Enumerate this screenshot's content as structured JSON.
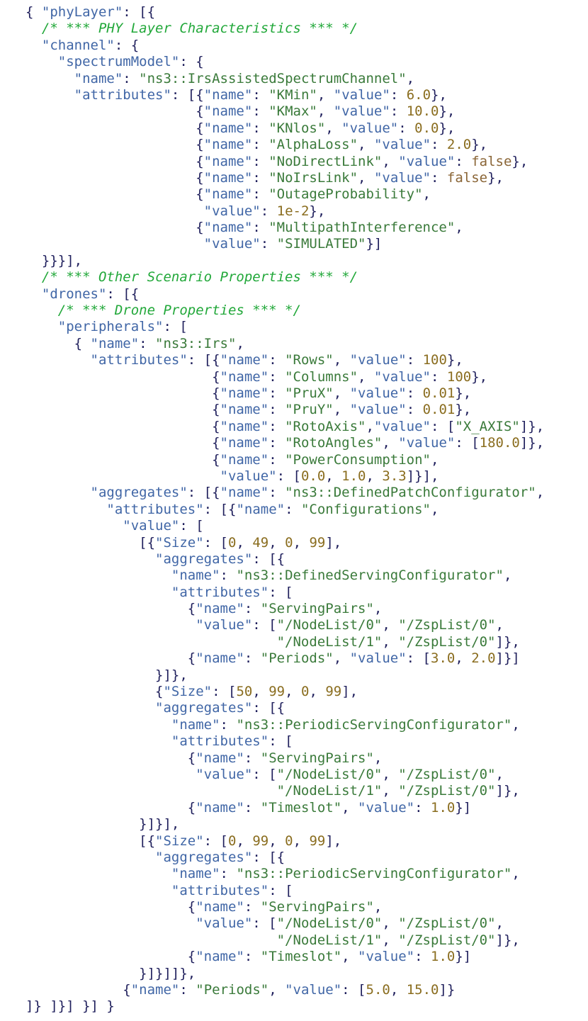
{
  "code_lines": [
    [
      [
        "p",
        "{ "
      ],
      [
        "k",
        "\"phyLayer\""
      ],
      [
        "p",
        ": [{"
      ]
    ],
    [
      [
        "p",
        "  "
      ],
      [
        "c",
        "/* *** PHY Layer Characteristics *** */"
      ]
    ],
    [
      [
        "p",
        "  "
      ],
      [
        "k",
        "\"channel\""
      ],
      [
        "p",
        ": {"
      ]
    ],
    [
      [
        "p",
        "    "
      ],
      [
        "k",
        "\"spectrumModel\""
      ],
      [
        "p",
        ": {"
      ]
    ],
    [
      [
        "p",
        "      "
      ],
      [
        "k",
        "\"name\""
      ],
      [
        "p",
        ": "
      ],
      [
        "s",
        "\"ns3::IrsAssistedSpectrumChannel\""
      ],
      [
        "p",
        ","
      ]
    ],
    [
      [
        "p",
        "      "
      ],
      [
        "k",
        "\"attributes\""
      ],
      [
        "p",
        ": [{"
      ],
      [
        "k",
        "\"name\""
      ],
      [
        "p",
        ": "
      ],
      [
        "s",
        "\"KMin\""
      ],
      [
        "p",
        ", "
      ],
      [
        "k",
        "\"value\""
      ],
      [
        "p",
        ": "
      ],
      [
        "n",
        "6.0"
      ],
      [
        "p",
        "},"
      ]
    ],
    [
      [
        "p",
        "                     {"
      ],
      [
        "k",
        "\"name\""
      ],
      [
        "p",
        ": "
      ],
      [
        "s",
        "\"KMax\""
      ],
      [
        "p",
        ", "
      ],
      [
        "k",
        "\"value\""
      ],
      [
        "p",
        ": "
      ],
      [
        "n",
        "10.0"
      ],
      [
        "p",
        "},"
      ]
    ],
    [
      [
        "p",
        "                     {"
      ],
      [
        "k",
        "\"name\""
      ],
      [
        "p",
        ": "
      ],
      [
        "s",
        "\"KNlos\""
      ],
      [
        "p",
        ", "
      ],
      [
        "k",
        "\"value\""
      ],
      [
        "p",
        ": "
      ],
      [
        "n",
        "0.0"
      ],
      [
        "p",
        "},"
      ]
    ],
    [
      [
        "p",
        "                     {"
      ],
      [
        "k",
        "\"name\""
      ],
      [
        "p",
        ": "
      ],
      [
        "s",
        "\"AlphaLoss\""
      ],
      [
        "p",
        ", "
      ],
      [
        "k",
        "\"value\""
      ],
      [
        "p",
        ": "
      ],
      [
        "n",
        "2.0"
      ],
      [
        "p",
        "},"
      ]
    ],
    [
      [
        "p",
        "                     {"
      ],
      [
        "k",
        "\"name\""
      ],
      [
        "p",
        ": "
      ],
      [
        "s",
        "\"NoDirectLink\""
      ],
      [
        "p",
        ", "
      ],
      [
        "k",
        "\"value\""
      ],
      [
        "p",
        ": "
      ],
      [
        "b",
        "false"
      ],
      [
        "p",
        "},"
      ]
    ],
    [
      [
        "p",
        "                     {"
      ],
      [
        "k",
        "\"name\""
      ],
      [
        "p",
        ": "
      ],
      [
        "s",
        "\"NoIrsLink\""
      ],
      [
        "p",
        ", "
      ],
      [
        "k",
        "\"value\""
      ],
      [
        "p",
        ": "
      ],
      [
        "b",
        "false"
      ],
      [
        "p",
        "},"
      ]
    ],
    [
      [
        "p",
        "                     {"
      ],
      [
        "k",
        "\"name\""
      ],
      [
        "p",
        ": "
      ],
      [
        "s",
        "\"OutageProbability\""
      ],
      [
        "p",
        ","
      ]
    ],
    [
      [
        "p",
        "                      "
      ],
      [
        "k",
        "\"value\""
      ],
      [
        "p",
        ": "
      ],
      [
        "n",
        "1e-2"
      ],
      [
        "p",
        "},"
      ]
    ],
    [
      [
        "p",
        "                     {"
      ],
      [
        "k",
        "\"name\""
      ],
      [
        "p",
        ": "
      ],
      [
        "s",
        "\"MultipathInterference\""
      ],
      [
        "p",
        ","
      ]
    ],
    [
      [
        "p",
        "                      "
      ],
      [
        "k",
        "\"value\""
      ],
      [
        "p",
        ": "
      ],
      [
        "s",
        "\"SIMULATED\""
      ],
      [
        "p",
        "}]"
      ]
    ],
    [
      [
        "p",
        "  }}}],"
      ]
    ],
    [
      [
        "p",
        "  "
      ],
      [
        "c",
        "/* *** Other Scenario Properties *** */"
      ]
    ],
    [
      [
        "p",
        "  "
      ],
      [
        "k",
        "\"drones\""
      ],
      [
        "p",
        ": [{"
      ]
    ],
    [
      [
        "p",
        "    "
      ],
      [
        "c",
        "/* *** Drone Properties *** */"
      ]
    ],
    [
      [
        "p",
        "    "
      ],
      [
        "k",
        "\"peripherals\""
      ],
      [
        "p",
        ": ["
      ]
    ],
    [
      [
        "p",
        "      { "
      ],
      [
        "k",
        "\"name\""
      ],
      [
        "p",
        ": "
      ],
      [
        "s",
        "\"ns3::Irs\""
      ],
      [
        "p",
        ","
      ]
    ],
    [
      [
        "p",
        "        "
      ],
      [
        "k",
        "\"attributes\""
      ],
      [
        "p",
        ": [{"
      ],
      [
        "k",
        "\"name\""
      ],
      [
        "p",
        ": "
      ],
      [
        "s",
        "\"Rows\""
      ],
      [
        "p",
        ", "
      ],
      [
        "k",
        "\"value\""
      ],
      [
        "p",
        ": "
      ],
      [
        "n",
        "100"
      ],
      [
        "p",
        "},"
      ]
    ],
    [
      [
        "p",
        "                       {"
      ],
      [
        "k",
        "\"name\""
      ],
      [
        "p",
        ": "
      ],
      [
        "s",
        "\"Columns\""
      ],
      [
        "p",
        ", "
      ],
      [
        "k",
        "\"value\""
      ],
      [
        "p",
        ": "
      ],
      [
        "n",
        "100"
      ],
      [
        "p",
        "},"
      ]
    ],
    [
      [
        "p",
        "                       {"
      ],
      [
        "k",
        "\"name\""
      ],
      [
        "p",
        ": "
      ],
      [
        "s",
        "\"PruX\""
      ],
      [
        "p",
        ", "
      ],
      [
        "k",
        "\"value\""
      ],
      [
        "p",
        ": "
      ],
      [
        "n",
        "0.01"
      ],
      [
        "p",
        "},"
      ]
    ],
    [
      [
        "p",
        "                       {"
      ],
      [
        "k",
        "\"name\""
      ],
      [
        "p",
        ": "
      ],
      [
        "s",
        "\"PruY\""
      ],
      [
        "p",
        ", "
      ],
      [
        "k",
        "\"value\""
      ],
      [
        "p",
        ": "
      ],
      [
        "n",
        "0.01"
      ],
      [
        "p",
        "},"
      ]
    ],
    [
      [
        "p",
        "                       {"
      ],
      [
        "k",
        "\"name\""
      ],
      [
        "p",
        ": "
      ],
      [
        "s",
        "\"RotoAxis\""
      ],
      [
        "p",
        ","
      ],
      [
        "k",
        "\"value\""
      ],
      [
        "p",
        ": ["
      ],
      [
        "s",
        "\"X_AXIS\""
      ],
      [
        "p",
        "]},"
      ]
    ],
    [
      [
        "p",
        "                       {"
      ],
      [
        "k",
        "\"name\""
      ],
      [
        "p",
        ": "
      ],
      [
        "s",
        "\"RotoAngles\""
      ],
      [
        "p",
        ", "
      ],
      [
        "k",
        "\"value\""
      ],
      [
        "p",
        ": ["
      ],
      [
        "n",
        "180.0"
      ],
      [
        "p",
        "]},"
      ]
    ],
    [
      [
        "p",
        "                       {"
      ],
      [
        "k",
        "\"name\""
      ],
      [
        "p",
        ": "
      ],
      [
        "s",
        "\"PowerConsumption\""
      ],
      [
        "p",
        ","
      ]
    ],
    [
      [
        "p",
        "                        "
      ],
      [
        "k",
        "\"value\""
      ],
      [
        "p",
        ": ["
      ],
      [
        "n",
        "0.0"
      ],
      [
        "p",
        ", "
      ],
      [
        "n",
        "1.0"
      ],
      [
        "p",
        ", "
      ],
      [
        "n",
        "3.3"
      ],
      [
        "p",
        "]}],"
      ]
    ],
    [
      [
        "p",
        "        "
      ],
      [
        "k",
        "\"aggregates\""
      ],
      [
        "p",
        ": [{"
      ],
      [
        "k",
        "\"name\""
      ],
      [
        "p",
        ": "
      ],
      [
        "s",
        "\"ns3::DefinedPatchConfigurator\""
      ],
      [
        "p",
        ","
      ]
    ],
    [
      [
        "p",
        "          "
      ],
      [
        "k",
        "\"attributes\""
      ],
      [
        "p",
        ": [{"
      ],
      [
        "k",
        "\"name\""
      ],
      [
        "p",
        ": "
      ],
      [
        "s",
        "\"Configurations\""
      ],
      [
        "p",
        ","
      ]
    ],
    [
      [
        "p",
        "            "
      ],
      [
        "k",
        "\"value\""
      ],
      [
        "p",
        ": ["
      ]
    ],
    [
      [
        "p",
        "              [{"
      ],
      [
        "k",
        "\"Size\""
      ],
      [
        "p",
        ": ["
      ],
      [
        "n",
        "0"
      ],
      [
        "p",
        ", "
      ],
      [
        "n",
        "49"
      ],
      [
        "p",
        ", "
      ],
      [
        "n",
        "0"
      ],
      [
        "p",
        ", "
      ],
      [
        "n",
        "99"
      ],
      [
        "p",
        "],"
      ]
    ],
    [
      [
        "p",
        "                "
      ],
      [
        "k",
        "\"aggregates\""
      ],
      [
        "p",
        ": [{"
      ]
    ],
    [
      [
        "p",
        "                  "
      ],
      [
        "k",
        "\"name\""
      ],
      [
        "p",
        ": "
      ],
      [
        "s",
        "\"ns3::DefinedServingConfigurator\""
      ],
      [
        "p",
        ","
      ]
    ],
    [
      [
        "p",
        "                  "
      ],
      [
        "k",
        "\"attributes\""
      ],
      [
        "p",
        ": ["
      ]
    ],
    [
      [
        "p",
        "                    {"
      ],
      [
        "k",
        "\"name\""
      ],
      [
        "p",
        ": "
      ],
      [
        "s",
        "\"ServingPairs\""
      ],
      [
        "p",
        ","
      ]
    ],
    [
      [
        "p",
        "                     "
      ],
      [
        "k",
        "\"value\""
      ],
      [
        "p",
        ": ["
      ],
      [
        "s",
        "\"/NodeList/0\""
      ],
      [
        "p",
        ", "
      ],
      [
        "s",
        "\"/ZspList/0\""
      ],
      [
        "p",
        ","
      ]
    ],
    [
      [
        "p",
        "                               "
      ],
      [
        "s",
        "\"/NodeList/1\""
      ],
      [
        "p",
        ", "
      ],
      [
        "s",
        "\"/ZspList/0\""
      ],
      [
        "p",
        "]},"
      ]
    ],
    [
      [
        "p",
        "                    {"
      ],
      [
        "k",
        "\"name\""
      ],
      [
        "p",
        ": "
      ],
      [
        "s",
        "\"Periods\""
      ],
      [
        "p",
        ", "
      ],
      [
        "k",
        "\"value\""
      ],
      [
        "p",
        ": ["
      ],
      [
        "n",
        "3.0"
      ],
      [
        "p",
        ", "
      ],
      [
        "n",
        "2.0"
      ],
      [
        "p",
        "]}]"
      ]
    ],
    [
      [
        "p",
        "                }]},"
      ]
    ],
    [
      [
        "p",
        "                {"
      ],
      [
        "k",
        "\"Size\""
      ],
      [
        "p",
        ": ["
      ],
      [
        "n",
        "50"
      ],
      [
        "p",
        ", "
      ],
      [
        "n",
        "99"
      ],
      [
        "p",
        ", "
      ],
      [
        "n",
        "0"
      ],
      [
        "p",
        ", "
      ],
      [
        "n",
        "99"
      ],
      [
        "p",
        "],"
      ]
    ],
    [
      [
        "p",
        "                "
      ],
      [
        "k",
        "\"aggregates\""
      ],
      [
        "p",
        ": [{"
      ]
    ],
    [
      [
        "p",
        "                  "
      ],
      [
        "k",
        "\"name\""
      ],
      [
        "p",
        ": "
      ],
      [
        "s",
        "\"ns3::PeriodicServingConfigurator\""
      ],
      [
        "p",
        ","
      ]
    ],
    [
      [
        "p",
        "                  "
      ],
      [
        "k",
        "\"attributes\""
      ],
      [
        "p",
        ": ["
      ]
    ],
    [
      [
        "p",
        "                    {"
      ],
      [
        "k",
        "\"name\""
      ],
      [
        "p",
        ": "
      ],
      [
        "s",
        "\"ServingPairs\""
      ],
      [
        "p",
        ","
      ]
    ],
    [
      [
        "p",
        "                     "
      ],
      [
        "k",
        "\"value\""
      ],
      [
        "p",
        ": ["
      ],
      [
        "s",
        "\"/NodeList/0\""
      ],
      [
        "p",
        ", "
      ],
      [
        "s",
        "\"/ZspList/0\""
      ],
      [
        "p",
        ","
      ]
    ],
    [
      [
        "p",
        "                               "
      ],
      [
        "s",
        "\"/NodeList/1\""
      ],
      [
        "p",
        ", "
      ],
      [
        "s",
        "\"/ZspList/0\""
      ],
      [
        "p",
        "]},"
      ]
    ],
    [
      [
        "p",
        "                    {"
      ],
      [
        "k",
        "\"name\""
      ],
      [
        "p",
        ": "
      ],
      [
        "s",
        "\"Timeslot\""
      ],
      [
        "p",
        ", "
      ],
      [
        "k",
        "\"value\""
      ],
      [
        "p",
        ": "
      ],
      [
        "n",
        "1.0"
      ],
      [
        "p",
        "}]"
      ]
    ],
    [
      [
        "p",
        "              }]}],"
      ]
    ],
    [
      [
        "p",
        "              [{"
      ],
      [
        "k",
        "\"Size\""
      ],
      [
        "p",
        ": ["
      ],
      [
        "n",
        "0"
      ],
      [
        "p",
        ", "
      ],
      [
        "n",
        "99"
      ],
      [
        "p",
        ", "
      ],
      [
        "n",
        "0"
      ],
      [
        "p",
        ", "
      ],
      [
        "n",
        "99"
      ],
      [
        "p",
        "],"
      ]
    ],
    [
      [
        "p",
        "                "
      ],
      [
        "k",
        "\"aggregates\""
      ],
      [
        "p",
        ": [{"
      ]
    ],
    [
      [
        "p",
        "                  "
      ],
      [
        "k",
        "\"name\""
      ],
      [
        "p",
        ": "
      ],
      [
        "s",
        "\"ns3::PeriodicServingConfigurator\""
      ],
      [
        "p",
        ","
      ]
    ],
    [
      [
        "p",
        "                  "
      ],
      [
        "k",
        "\"attributes\""
      ],
      [
        "p",
        ": ["
      ]
    ],
    [
      [
        "p",
        "                    {"
      ],
      [
        "k",
        "\"name\""
      ],
      [
        "p",
        ": "
      ],
      [
        "s",
        "\"ServingPairs\""
      ],
      [
        "p",
        ","
      ]
    ],
    [
      [
        "p",
        "                     "
      ],
      [
        "k",
        "\"value\""
      ],
      [
        "p",
        ": ["
      ],
      [
        "s",
        "\"/NodeList/0\""
      ],
      [
        "p",
        ", "
      ],
      [
        "s",
        "\"/ZspList/0\""
      ],
      [
        "p",
        ","
      ]
    ],
    [
      [
        "p",
        "                               "
      ],
      [
        "s",
        "\"/NodeList/1\""
      ],
      [
        "p",
        ", "
      ],
      [
        "s",
        "\"/ZspList/0\""
      ],
      [
        "p",
        "]},"
      ]
    ],
    [
      [
        "p",
        "                    {"
      ],
      [
        "k",
        "\"name\""
      ],
      [
        "p",
        ": "
      ],
      [
        "s",
        "\"Timeslot\""
      ],
      [
        "p",
        ", "
      ],
      [
        "k",
        "\"value\""
      ],
      [
        "p",
        ": "
      ],
      [
        "n",
        "1.0"
      ],
      [
        "p",
        "}]"
      ]
    ],
    [
      [
        "p",
        "              }]}]]},"
      ]
    ],
    [
      [
        "p",
        "            {"
      ],
      [
        "k",
        "\"name\""
      ],
      [
        "p",
        ": "
      ],
      [
        "s",
        "\"Periods\""
      ],
      [
        "p",
        ", "
      ],
      [
        "k",
        "\"value\""
      ],
      [
        "p",
        ": ["
      ],
      [
        "n",
        "5.0"
      ],
      [
        "p",
        ", "
      ],
      [
        "n",
        "15.0"
      ],
      [
        "p",
        "]}"
      ]
    ],
    [
      [
        "p",
        "]} ]}] }] }"
      ]
    ]
  ]
}
